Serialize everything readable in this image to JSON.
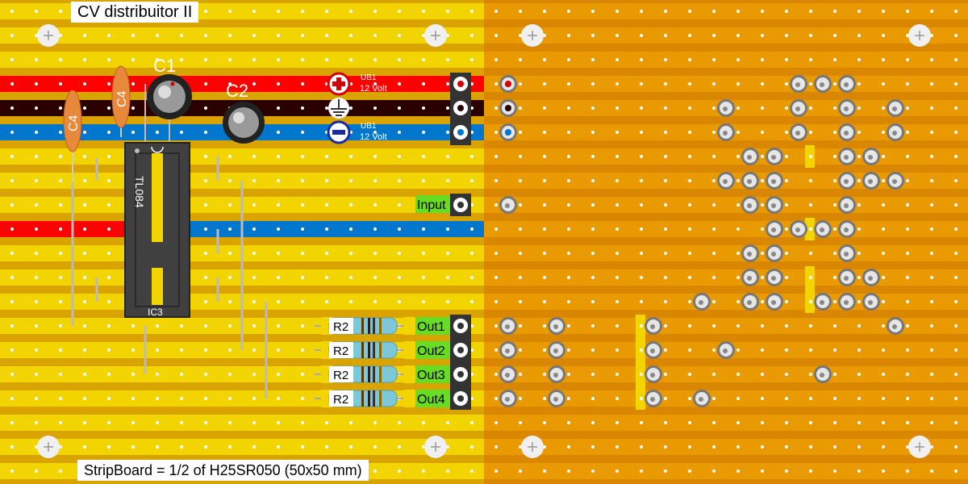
{
  "title": "CV distribuitor II",
  "footer": "StripBoard = 1/2 of  H25SR050 (50x50 mm)",
  "colors": {
    "board_left": "#d9a400",
    "board_right": "#d98600",
    "strip": "#f2d500",
    "strip_right": "#e89a00",
    "rail_positive": "#ff0000",
    "rail_ground": "#2b0000",
    "rail_negative": "#0077cc",
    "label_green": "#66dd22"
  },
  "components": {
    "c1": "C1",
    "c2": "C2",
    "c4a": "C4",
    "c4b": "C4",
    "ic_part": "TL084",
    "ic_ref": "IC3",
    "resistor": "R2"
  },
  "power": {
    "pos_ref": "UB1",
    "pos_volt": "12 Volt",
    "neg_ref": "UB1",
    "neg_volt": "12 Volt"
  },
  "io": {
    "input": "Input",
    "outputs": [
      "Out1",
      "Out2",
      "Out3",
      "Out4"
    ]
  }
}
